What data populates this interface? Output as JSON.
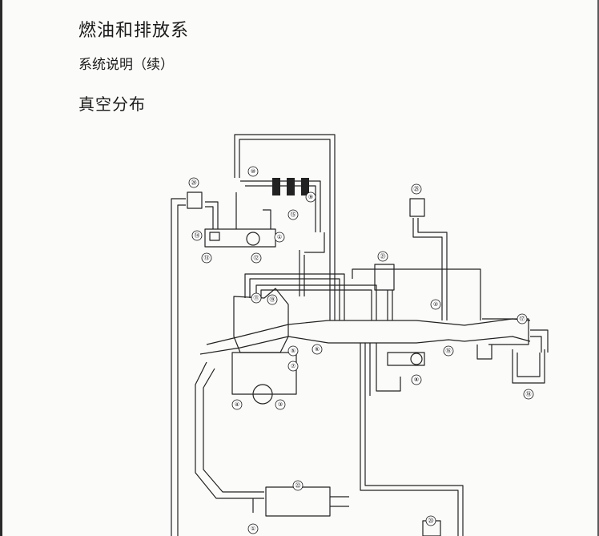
{
  "document": {
    "title": "燃油和排放系",
    "subtitle": "系统说明（续）",
    "section_title": "真空分布"
  },
  "diagram": {
    "callouts": [
      "①",
      "②",
      "③",
      "④",
      "⑤",
      "⑥",
      "⑦",
      "⑧",
      "⑨",
      "⑩",
      "⑪",
      "⑫",
      "⑬",
      "⑭",
      "⑮",
      "⑯",
      "⑰",
      "⑱",
      "⑲",
      "㉑",
      "㉒",
      "㉓",
      "㉔",
      "㉕",
      "①"
    ]
  }
}
